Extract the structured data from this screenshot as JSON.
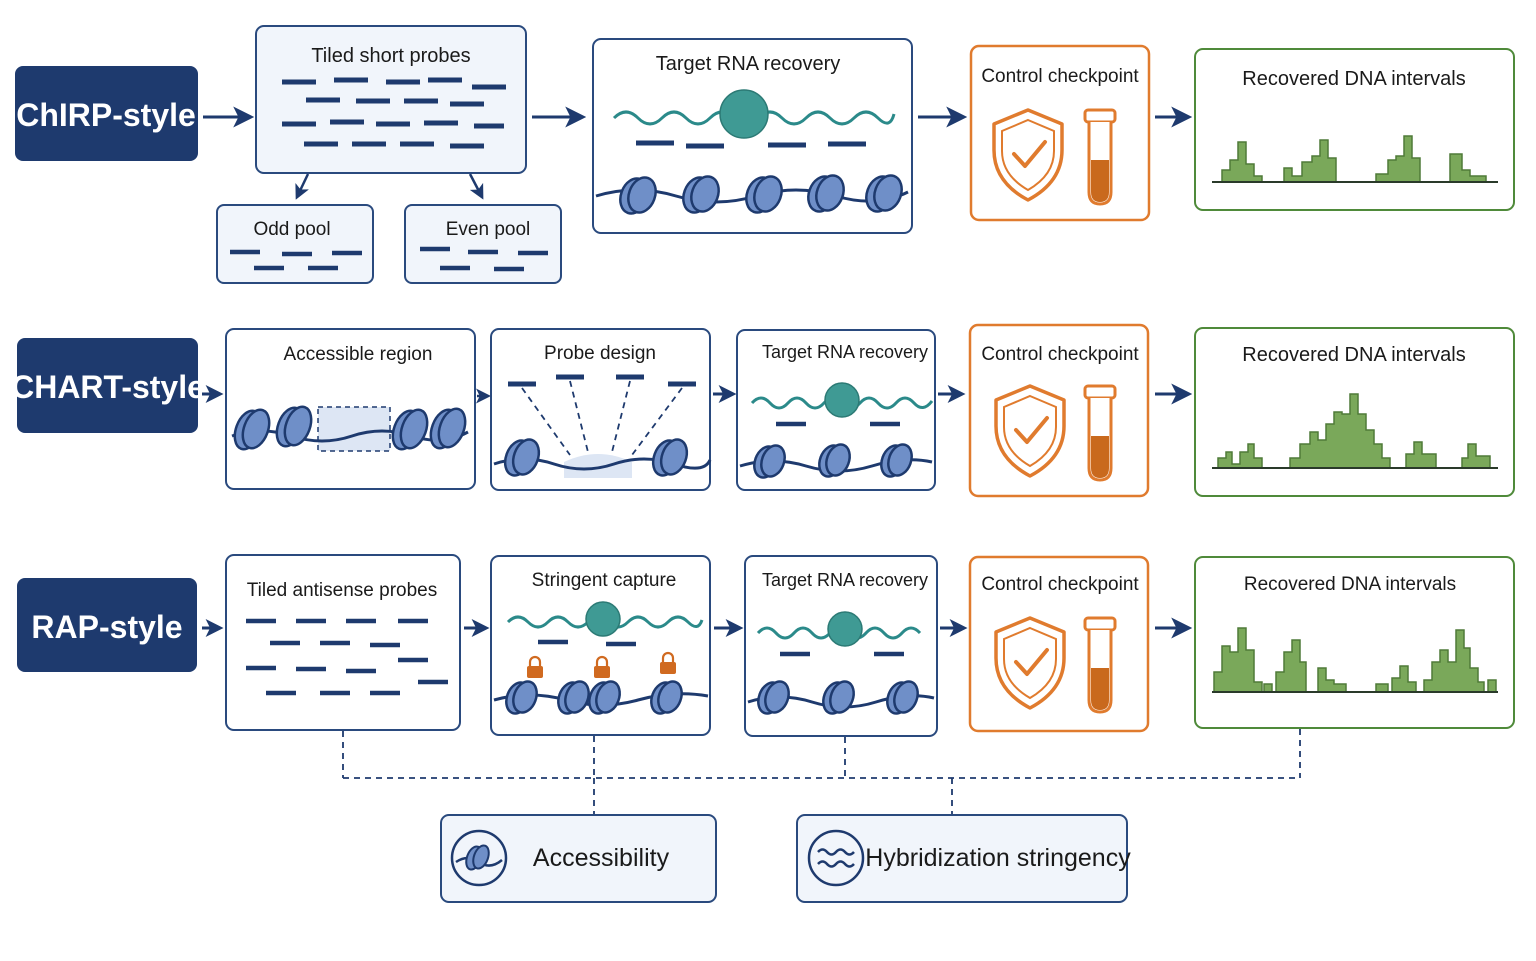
{
  "colors": {
    "navy": "#1e3a6e",
    "panel_fill": "#f1f5fb",
    "panel_stroke": "#2a4a7e",
    "control_stroke": "#e07b2e",
    "result_stroke": "#4f8a3a",
    "peak_fill": "#7aa85a",
    "rna_teal": "#2b8a8a",
    "blob_fill": "#3f9a94",
    "nucleosome_fill": "#6f8fc8",
    "lock_color": "#d06a20"
  },
  "icons": {
    "shield": "shield-check-icon",
    "tube": "test-tube-icon",
    "lock": "lock-icon",
    "nucleosome": "nucleosome-icon",
    "waves": "waves-icon"
  },
  "rows": [
    {
      "label": "ChIRP-style",
      "steps": [
        "Tiled short probes",
        "Target RNA recovery",
        "Control checkpoint",
        "Recovered DNA intervals"
      ],
      "pools": [
        "Odd pool",
        "Even pool"
      ]
    },
    {
      "label": "CHART-style",
      "steps": [
        "Accessible region",
        "Probe design",
        "Target RNA recovery",
        "Control checkpoint",
        "Recovered DNA intervals"
      ]
    },
    {
      "label": "RAP-style",
      "steps": [
        "Tiled antisense probes",
        "Stringent capture",
        "Target RNA recovery",
        "Control checkpoint",
        "Recovered DNA intervals"
      ]
    }
  ],
  "factors": [
    "Accessibility",
    "Hybridization stringency"
  ]
}
